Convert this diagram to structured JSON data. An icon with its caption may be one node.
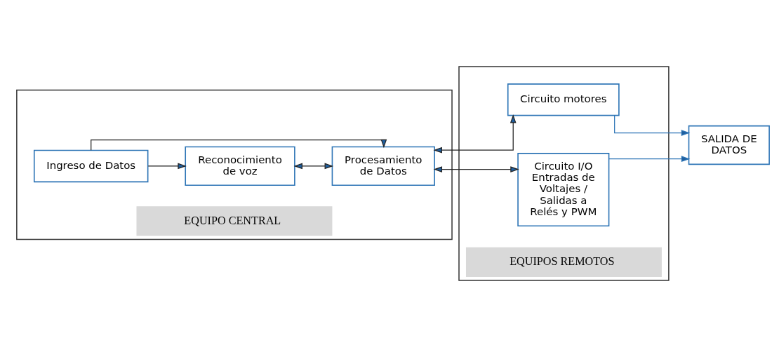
{
  "diagram": {
    "nodes": [
      {
        "text": [
          "EQUIPO CENTRAL"
        ]
      },
      {
        "text": [
          "Ingreso de Datos"
        ],
        "in": 0
      },
      {
        "text": [
          "Reconocimiento de voz"
        ],
        "in": 0
      },
      {
        "text": [
          "Procesamiento de Datos"
        ],
        "in": 0
      },
      {
        "text": [
          "EQUIPOS REMOTOS"
        ]
      },
      {
        "text": [
          "Circuito motores"
        ],
        "in": 4
      },
      {
        "text": [
          "Circuito I/O Entradas de Voltajes / Salidas a Relés y PWM"
        ],
        "in": 4
      },
      {
        "text": [
          "SALIDA DE DATOS"
        ]
      }
    ],
    "edges": [
      {
        "from": 1,
        "to": 2,
        "arrow": "to"
      },
      {
        "from": 2,
        "to": 3,
        "arrow": "both"
      },
      {
        "from": 1,
        "to": 3,
        "arrow": "to"
      },
      {
        "from": 3,
        "to": 5,
        "arrow": "both"
      },
      {
        "from": 3,
        "to": 6,
        "arrow": "both"
      },
      {
        "from": 5,
        "to": 7,
        "arrow": "to",
        "color": "#2e75b6"
      },
      {
        "from": 6,
        "to": 7,
        "arrow": "to",
        "color": "#2e75b6"
      }
    ]
  }
}
